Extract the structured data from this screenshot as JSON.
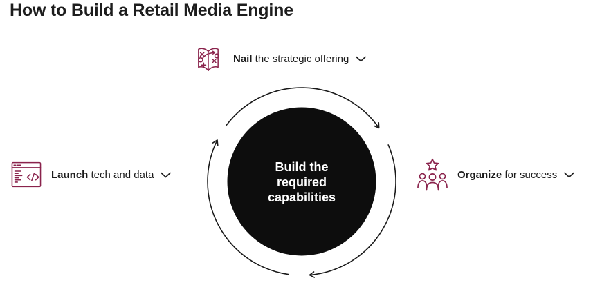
{
  "title": "How to Build a Retail Media Engine",
  "center": {
    "label": "Build the required capabilities"
  },
  "items": [
    {
      "id": "strategic-offering",
      "bold": "Nail",
      "rest": " the strategic offering",
      "icon": "strategy-map-icon",
      "expander": "chevron-down-icon"
    },
    {
      "id": "tech-and-data",
      "bold": "Launch",
      "rest": " tech and data",
      "icon": "browser-code-icon",
      "expander": "chevron-down-icon"
    },
    {
      "id": "organize",
      "bold": "Organize",
      "rest": " for success",
      "icon": "team-star-icon",
      "expander": "chevron-down-icon"
    }
  ],
  "diagram": {
    "arrow_icons": [
      "cycle-arrow-top",
      "cycle-arrow-right",
      "cycle-arrow-left"
    ],
    "direction": "clockwise"
  },
  "colors": {
    "accent_icon": "#8A234C",
    "text": "#1b1b1b",
    "circle_fill": "#0d0d0d",
    "circle_text": "#ffffff",
    "arrow_stroke": "#1a1a1a",
    "background": "#ffffff"
  }
}
